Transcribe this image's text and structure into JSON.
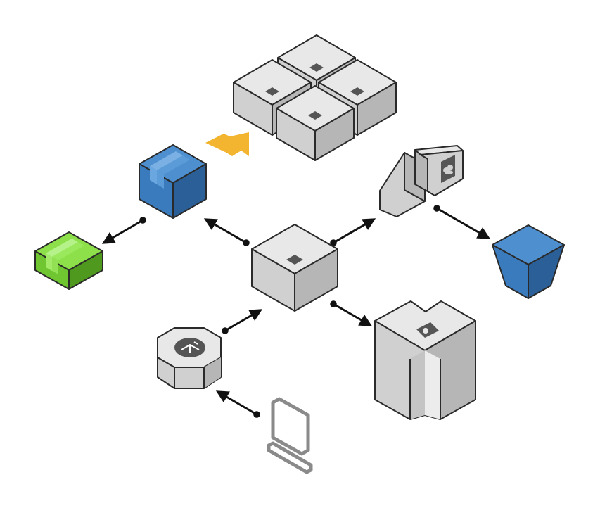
{
  "colors": {
    "server_top": "#e8e8e8",
    "server_left": "#d0d0d0",
    "server_right": "#b6b6b6",
    "server_indicator": "#555555",
    "package_blue_top": "#4e8fd0",
    "package_blue_left": "#3a7bbd",
    "package_blue_right": "#2b5f97",
    "package_green_top": "#8de04a",
    "package_green_left": "#6fc630",
    "package_green_right": "#4f9a1e",
    "bucket_blue": "#3a7bbd",
    "accent_arrow": "#f3b52f",
    "edge": "#111111",
    "terminal": "#8a8a8a"
  },
  "nodes": [
    {
      "id": "server-cluster",
      "icon": "server-cluster-icon"
    },
    {
      "id": "upload-arrow",
      "icon": "upload-arrow-icon"
    },
    {
      "id": "central-server",
      "icon": "server-icon"
    },
    {
      "id": "blue-package",
      "icon": "package-icon"
    },
    {
      "id": "green-package",
      "icon": "package-icon"
    },
    {
      "id": "cloud-gateway",
      "icon": "cloud-gateway-icon"
    },
    {
      "id": "storage-bucket",
      "icon": "bucket-icon"
    },
    {
      "id": "deployment-server",
      "icon": "deployment-server-icon"
    },
    {
      "id": "load-balancer",
      "icon": "usb-hub-icon"
    },
    {
      "id": "terminal",
      "icon": "terminal-icon"
    }
  ],
  "edges": [
    {
      "from": "central-server",
      "to": "blue-package"
    },
    {
      "from": "blue-package",
      "to": "green-package"
    },
    {
      "from": "central-server",
      "to": "cloud-gateway"
    },
    {
      "from": "cloud-gateway",
      "to": "storage-bucket"
    },
    {
      "from": "central-server",
      "to": "deployment-server"
    },
    {
      "from": "load-balancer",
      "to": "central-server"
    },
    {
      "from": "terminal",
      "to": "load-balancer"
    }
  ]
}
